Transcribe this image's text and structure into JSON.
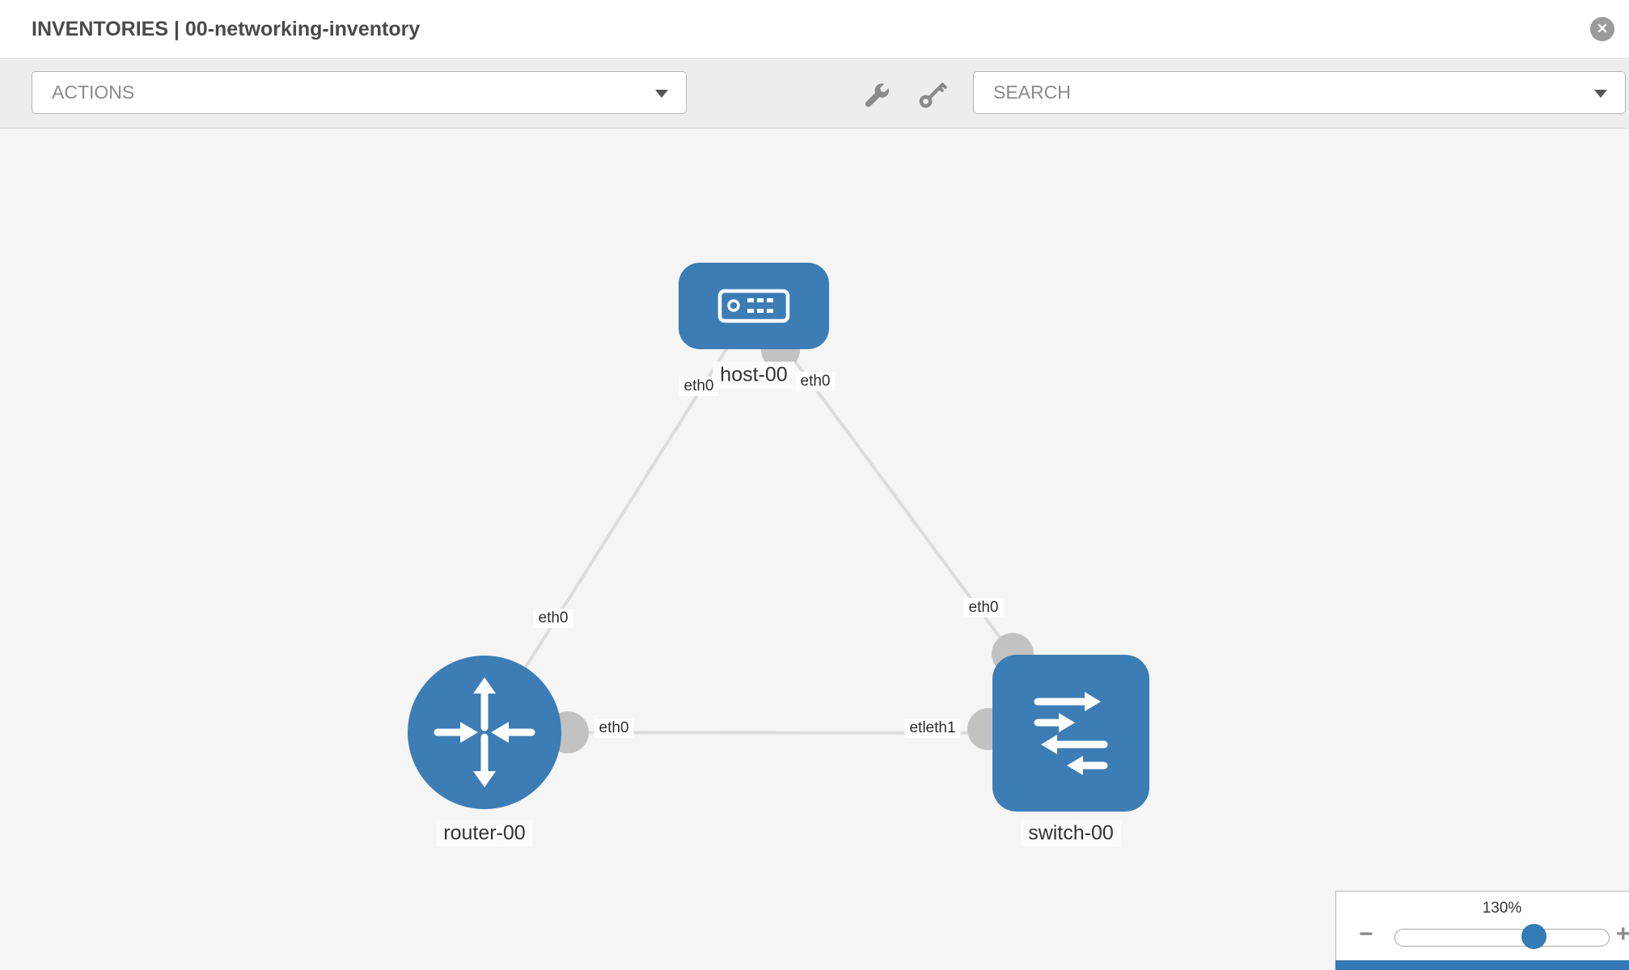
{
  "header": {
    "title": "INVENTORIES | 00-networking-inventory",
    "close": "✕"
  },
  "toolbar": {
    "actions": "ACTIONS",
    "search": "SEARCH",
    "icons": [
      "wrench-icon",
      "key-icon"
    ]
  },
  "topology": {
    "nodes": [
      {
        "label": "host-00",
        "type": "host"
      },
      {
        "label": "router-00",
        "type": "router"
      },
      {
        "label": "switch-00",
        "type": "switch"
      }
    ],
    "links": [
      {
        "from": "host-00",
        "to": "router-00"
      },
      {
        "from": "host-00",
        "to": "switch-00"
      },
      {
        "from": "router-00",
        "to": "switch-00"
      }
    ],
    "interface_labels": {
      "host_left": "eth0",
      "host_right": "eth0",
      "router_top": "eth0",
      "router_right": "eth0",
      "switch_top": "eth0",
      "switch_left": "etleth1"
    },
    "colors": {
      "node": "#3d7db5",
      "link": "#dcdcdc",
      "connector": "#c2c2c2"
    }
  },
  "zoom": {
    "level": "130%",
    "minus": "−",
    "plus": "+",
    "accent": "#337ab7"
  }
}
